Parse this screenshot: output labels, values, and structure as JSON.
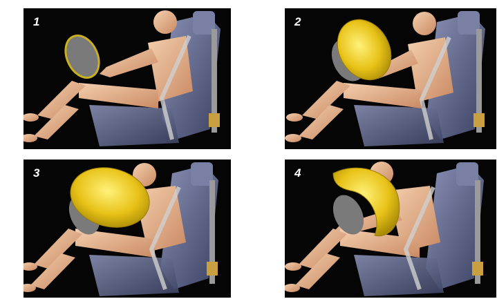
{
  "panels": [
    {
      "label": "1",
      "airbag_state": "stowed"
    },
    {
      "label": "2",
      "airbag_state": "inflating"
    },
    {
      "label": "3",
      "airbag_state": "fully-inflated"
    },
    {
      "label": "4",
      "airbag_state": "deflating"
    }
  ],
  "colors": {
    "background": "#050505",
    "page": "#ffffff",
    "dummy_skin": "#e8b48c",
    "seat": "#6a7090",
    "airbag": "#e8c218",
    "steering_wheel": "#8a8a8a",
    "seatbelt": "#c9c9c9"
  }
}
